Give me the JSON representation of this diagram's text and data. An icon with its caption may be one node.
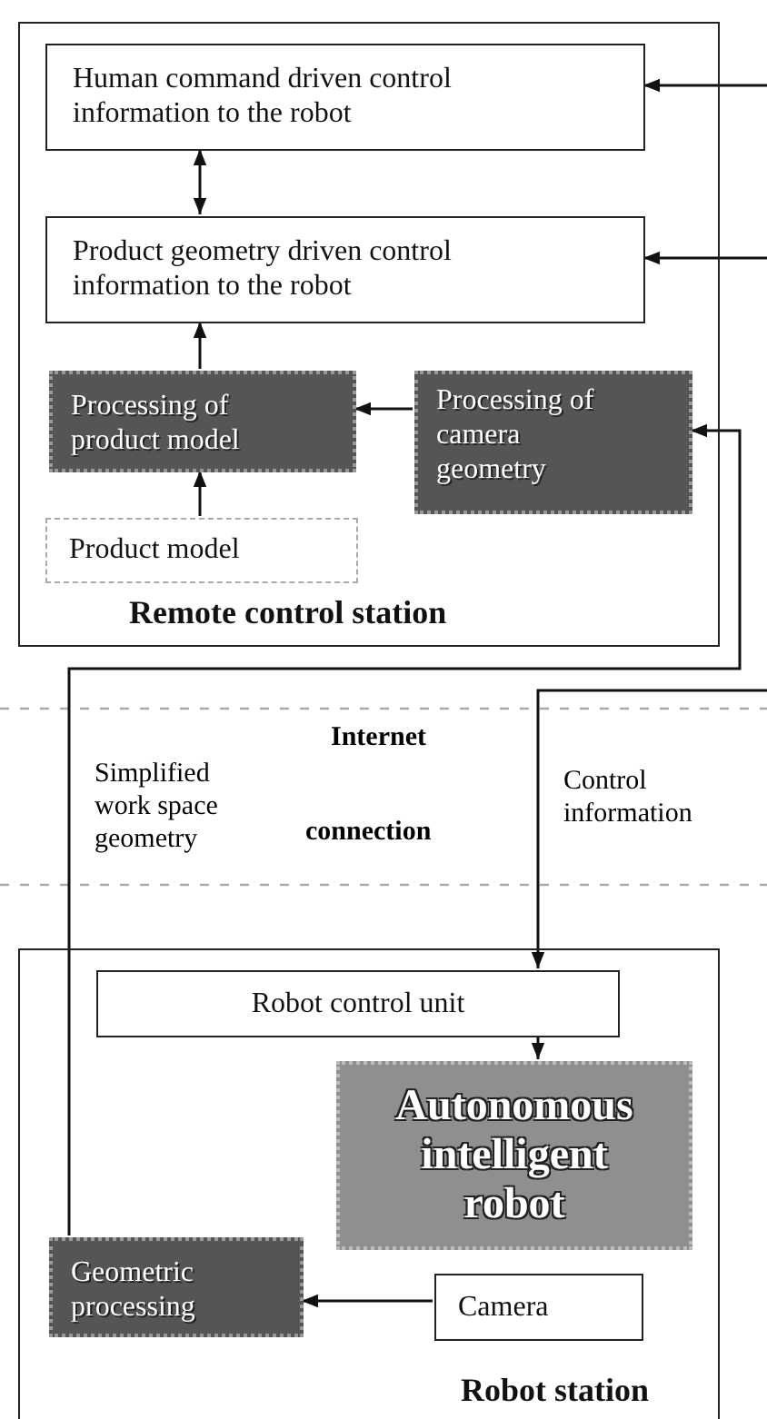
{
  "diagram": {
    "nodes": [
      {
        "text": [
          "Remote control station"
        ]
      },
      {
        "text": [
          "Human command driven control information to the robot"
        ],
        "in": 0
      },
      {
        "text": [
          "Product geometry driven control information to the robot"
        ],
        "in": 0
      },
      {
        "text": [
          "Processing of product model"
        ],
        "in": 0
      },
      {
        "text": [
          "Processing of camera geometry"
        ],
        "in": 0
      },
      {
        "text": [
          "Product model"
        ],
        "in": 0
      },
      {
        "text": [
          "Robot station"
        ]
      },
      {
        "text": [
          "Robot control unit"
        ],
        "in": 6
      },
      {
        "text": [
          "Autonomous intelligent robot"
        ],
        "in": 6
      },
      {
        "text": [
          "Geometric processing"
        ],
        "in": 6
      },
      {
        "text": [
          "Camera"
        ],
        "in": 6
      }
    ],
    "edges": [
      {
        "from": null,
        "to": 1,
        "arrow": "to"
      },
      {
        "from": null,
        "to": 2,
        "arrow": "to"
      },
      {
        "from": 1,
        "to": 2,
        "arrow": "both"
      },
      {
        "from": 3,
        "to": 2,
        "arrow": "to"
      },
      {
        "from": 4,
        "to": 3,
        "arrow": "to"
      },
      {
        "from": 5,
        "to": 3,
        "arrow": "to"
      },
      {
        "from": 9,
        "to": 4,
        "arrow": "to",
        "label": "Simplified work space geometry"
      },
      {
        "from": null,
        "to": 7,
        "arrow": "to",
        "label": "Control information"
      },
      {
        "from": 7,
        "to": 8,
        "arrow": "to"
      },
      {
        "from": 10,
        "to": 9,
        "arrow": "to"
      }
    ],
    "labels": [
      "Internet",
      "connection"
    ]
  }
}
